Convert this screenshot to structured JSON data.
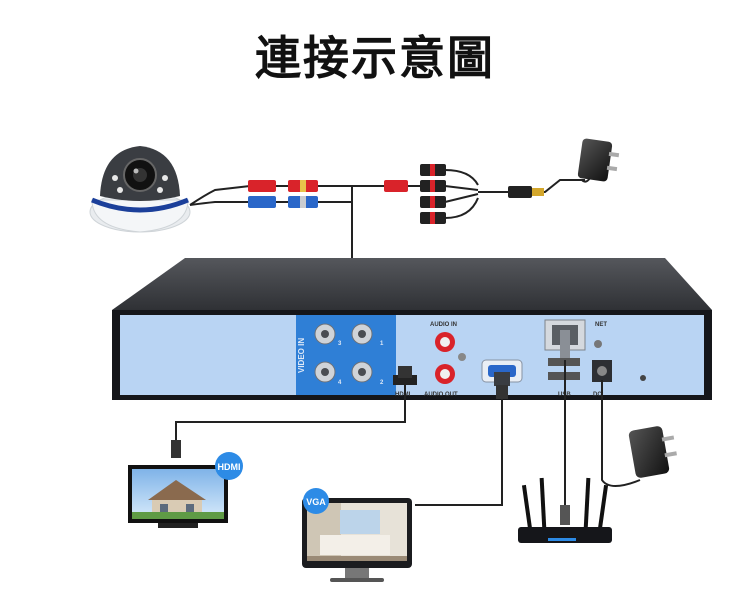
{
  "title": "連接示意圖",
  "panel_labels": {
    "video_in": "VIDEO IN",
    "audio_in": "AUDIO IN",
    "audio_out": "AUDIO OUT",
    "hdmi_port": "HDMI",
    "usb": "USB",
    "dc": "DC",
    "net": "NET",
    "ch1": "1",
    "ch2": "2",
    "ch3": "3",
    "ch4": "4"
  },
  "badges": {
    "hdmi": "HDMI",
    "vga": "VGA"
  },
  "colors": {
    "dvr_top": "#3d3f44",
    "panel": "#b9d4f3",
    "video_block": "#2f7fd6",
    "cable": "#222222",
    "red_plug": "#d9232a",
    "blue_plug": "#2a67c9",
    "badge": "#2d8be6"
  }
}
